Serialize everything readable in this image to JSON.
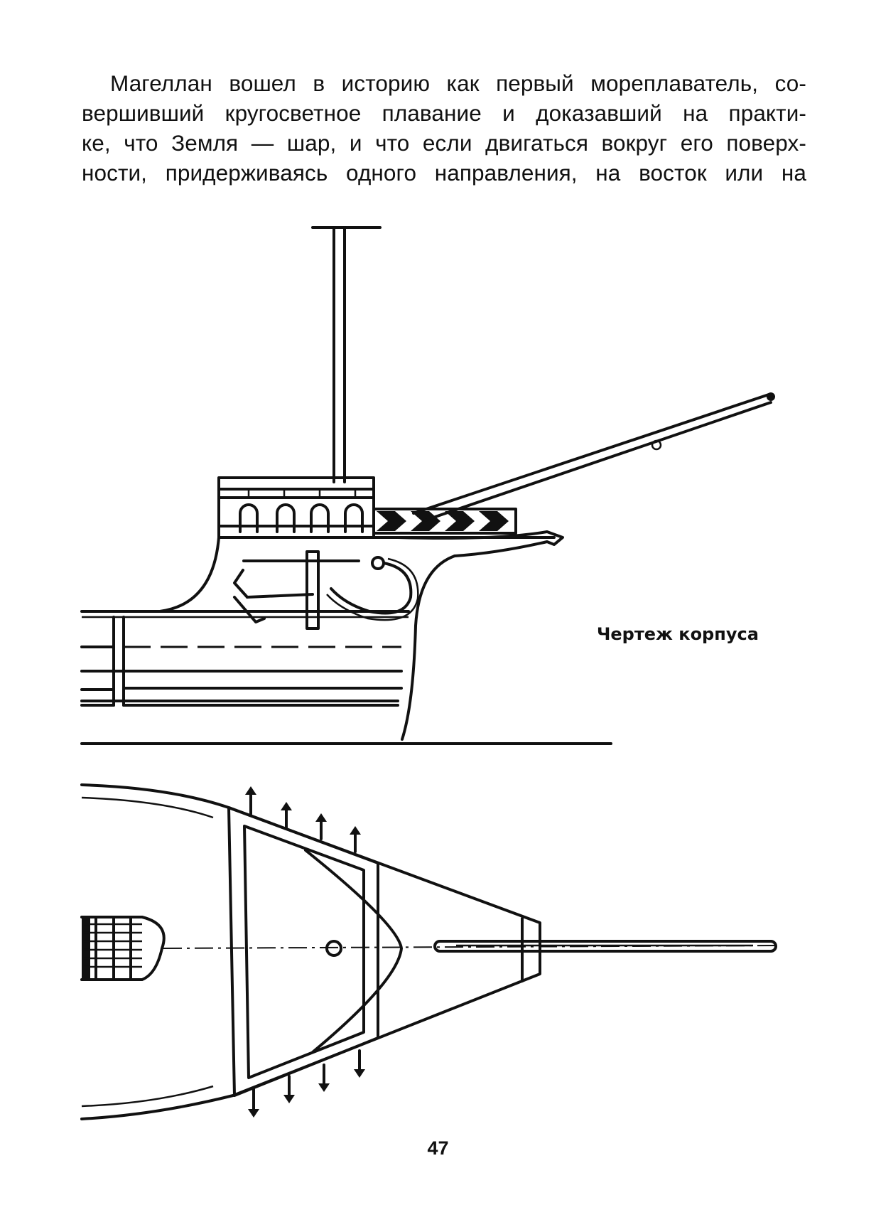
{
  "text": {
    "paragraph_lines": [
      "Магеллан вошел в историю как первый мореплаватель, со-",
      "вершивший кругосветное плавание и доказавший на практи-",
      "ке, что Земля — шар, и что если двигаться вокруг его поверх-",
      "ности, придерживаясь одного направления, на восток или на"
    ]
  },
  "figure": {
    "caption": "Чертеж корпуса"
  },
  "page_number": "47"
}
